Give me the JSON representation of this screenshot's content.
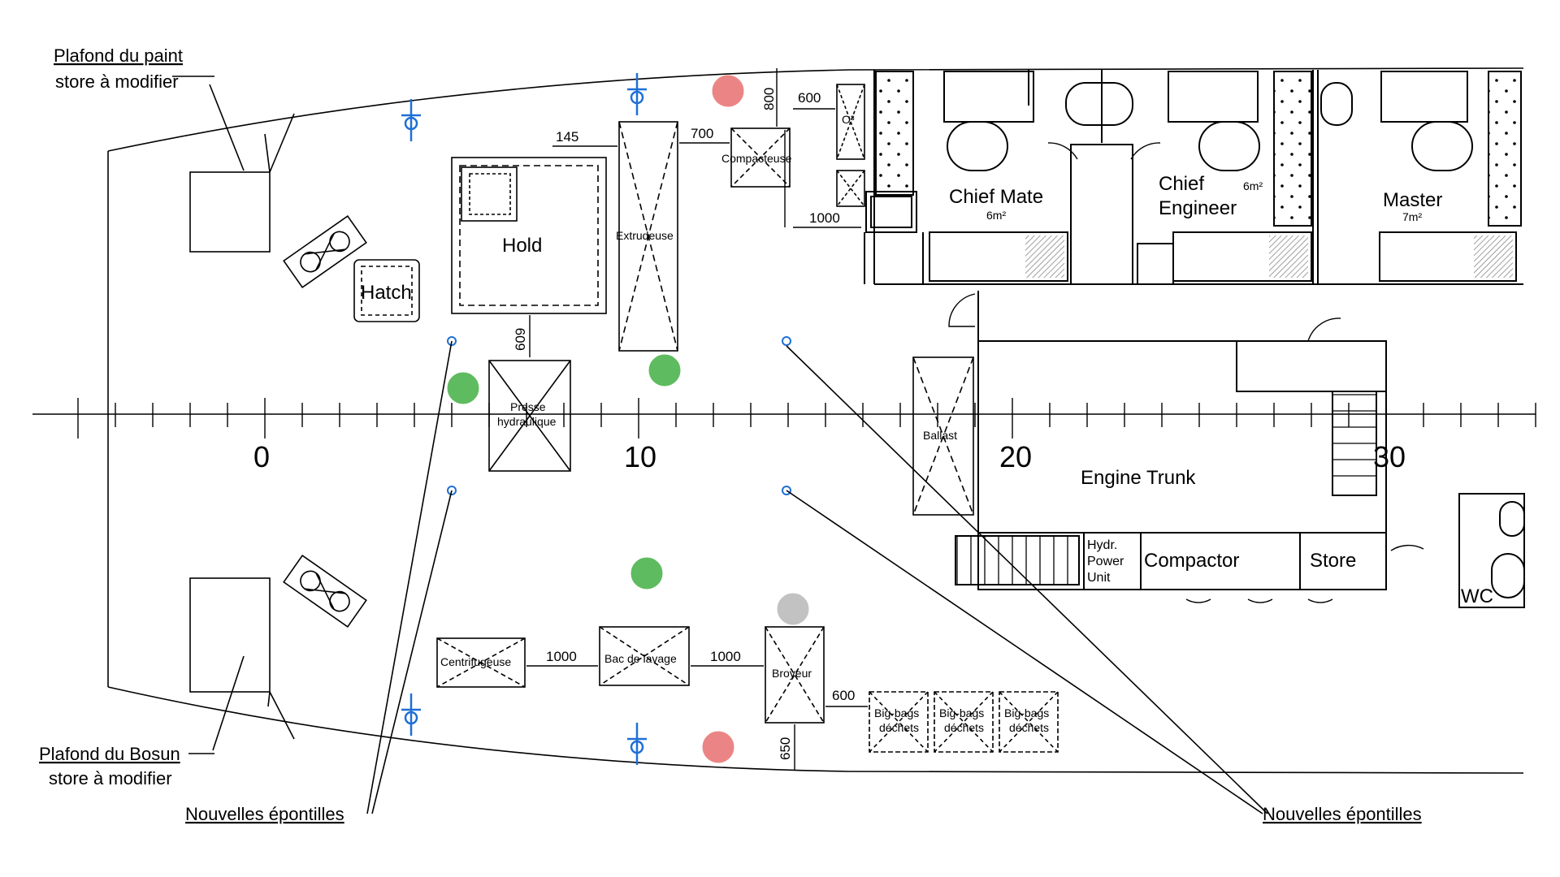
{
  "callouts": {
    "paint_store_line1": "Plafond du paint",
    "paint_store_line2": "store à modifier",
    "bosun_store_line1": "Plafond du Bosun",
    "bosun_store_line2": "store à modifier",
    "pillars_left": "Nouvelles épontilles",
    "pillars_right": "Nouvelles épontilles"
  },
  "frame_ticks": [
    "0",
    "10",
    "20",
    "30"
  ],
  "equipment": {
    "hold": "Hold",
    "hatch": "Hatch",
    "extrudeuse": "Extrudeuse",
    "compacteuse": "Compacteuse",
    "o3": "O³",
    "presse_line1": "Presse",
    "presse_line2": "hydraulique",
    "ballast": "Ballast",
    "centrifugeuse": "Centrifugeuse",
    "bac_lavage": "Bac de lavage",
    "broyeur": "Broyeur",
    "bigbags_line1": "Big-bags",
    "bigbags_line2": "déchets"
  },
  "dimensions": {
    "d145": "145",
    "d700": "700",
    "d600_top": "600",
    "d800": "800",
    "d1000_top": "1000",
    "d609": "609",
    "d1000_a": "1000",
    "d1000_b": "1000",
    "d600_bot": "600",
    "d650": "650"
  },
  "rooms": {
    "chief_mate": "Chief Mate",
    "chief_mate_area": "6m²",
    "chief_engineer_line1": "Chief",
    "chief_engineer_line2": "Engineer",
    "chief_engineer_area": "6m²",
    "master": "Master",
    "master_area": "7m²",
    "engine_trunk": "Engine Trunk",
    "hpu_line1": "Hydr.",
    "hpu_line2": "Power",
    "hpu_line3": "Unit",
    "compactor": "Compactor",
    "store": "Store",
    "wc": "WC"
  },
  "markers": {
    "red": "#e87070",
    "green": "#44b044",
    "grey": "#b8b8b8",
    "pillar_blue": "#1f6fd6"
  }
}
